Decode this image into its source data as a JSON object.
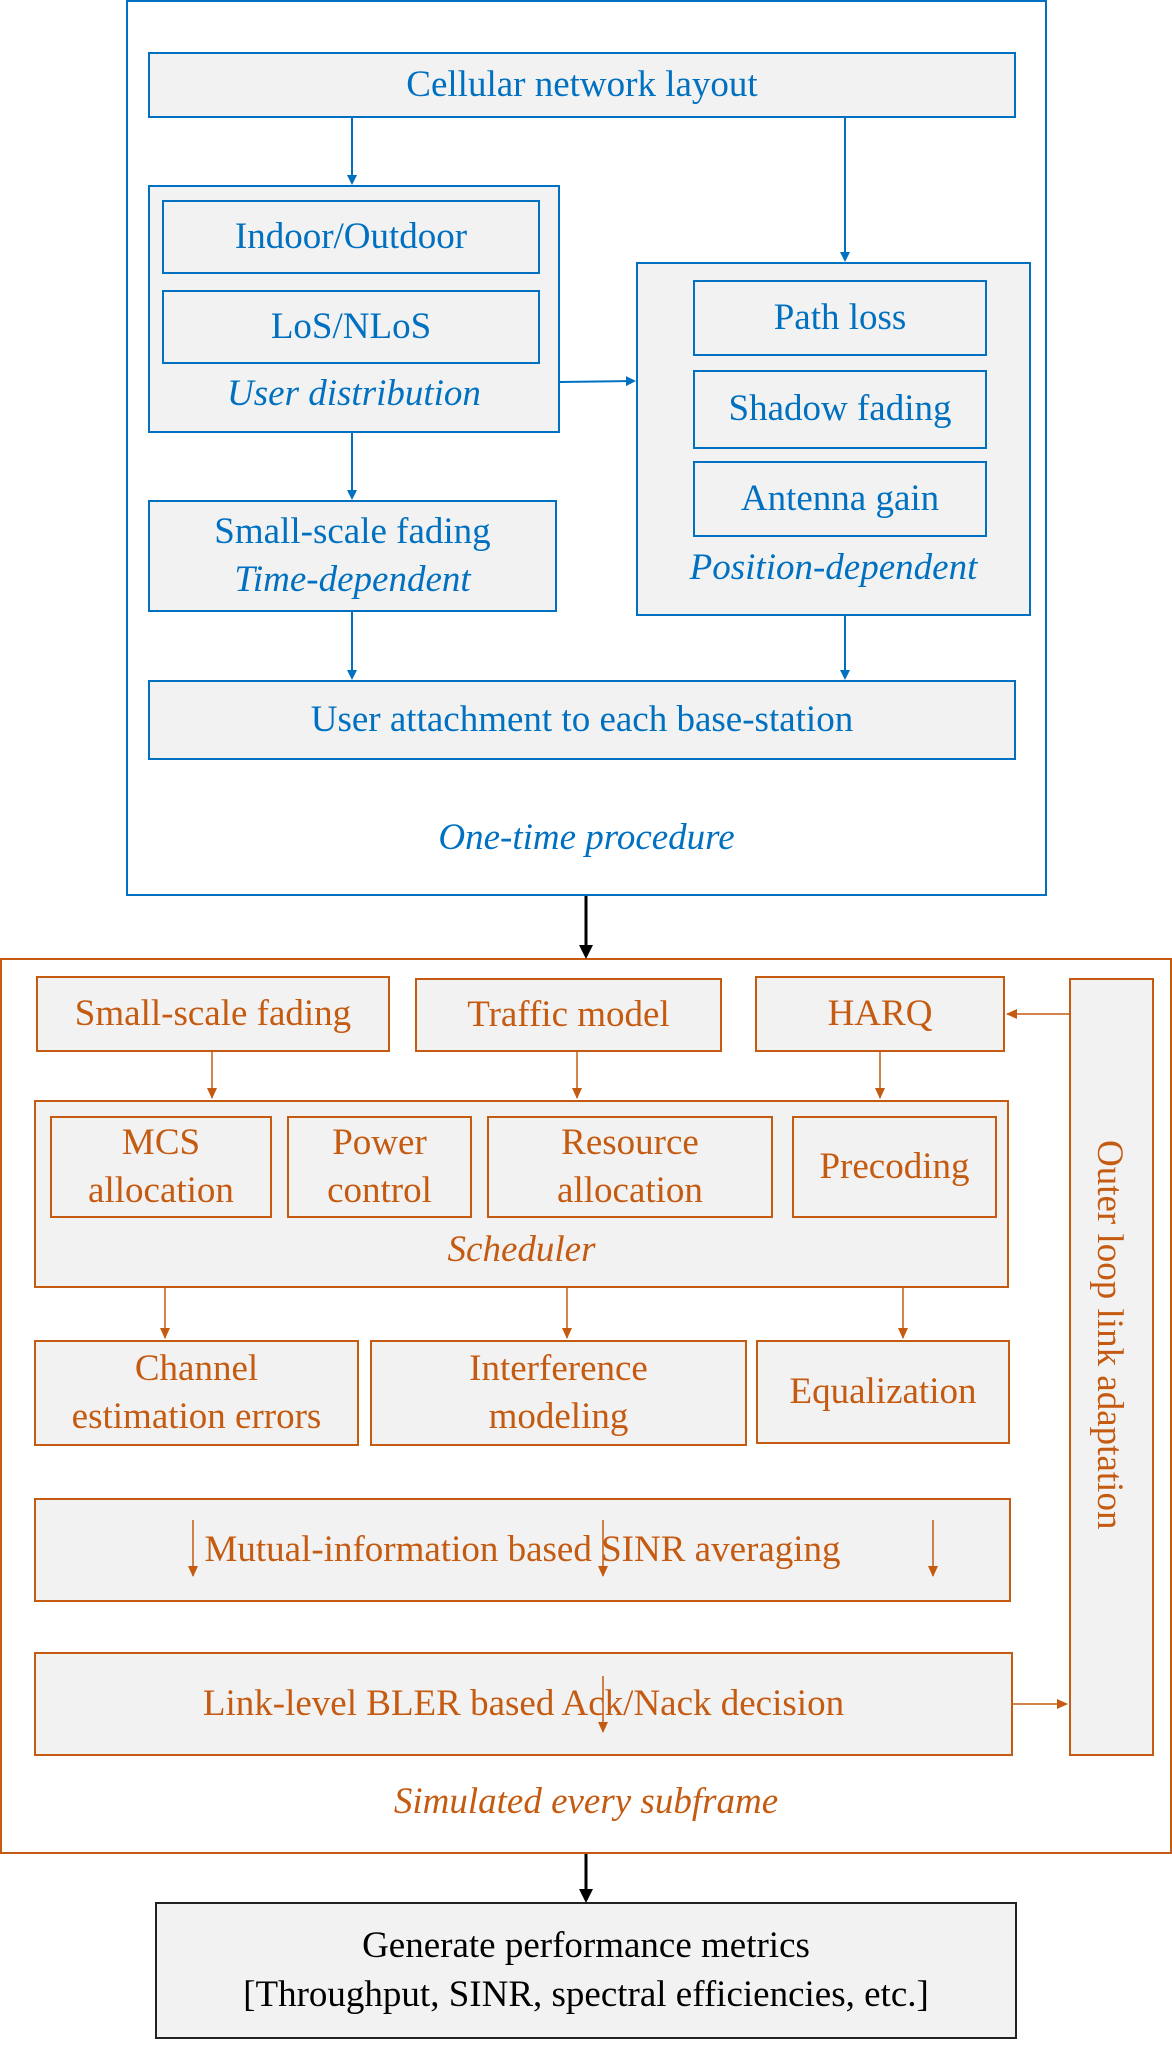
{
  "one_time": {
    "caption": "One-time procedure",
    "cellular_layout": "Cellular network layout",
    "user_distribution": {
      "indoor_outdoor": "Indoor/Outdoor",
      "los_nlos": "LoS/NLoS",
      "caption": "User distribution"
    },
    "small_scale": {
      "title": "Small-scale fading",
      "subtitle": "Time-dependent"
    },
    "position_dependent": {
      "path_loss": "Path loss",
      "shadow_fading": "Shadow fading",
      "antenna_gain": "Antenna gain",
      "caption": "Position-dependent"
    },
    "user_attachment": "User attachment to each base-station"
  },
  "every_subframe": {
    "caption": "Simulated every subframe",
    "small_scale_fading": "Small-scale fading",
    "traffic_model": "Traffic model",
    "harq": "HARQ",
    "scheduler": {
      "caption": "Scheduler",
      "mcs_line1": "MCS",
      "mcs_line2": "allocation",
      "power_line1": "Power",
      "power_line2": "control",
      "resource_line1": "Resource",
      "resource_line2": "allocation",
      "precoding": "Precoding"
    },
    "channel_line1": "Channel",
    "channel_line2": "estimation errors",
    "interference_line1": "Interference",
    "interference_line2": "modeling",
    "equalization": "Equalization",
    "mutual_info": "Mutual-information based SINR averaging",
    "bler": "Link-level BLER based Ack/Nack decision",
    "outer_loop": "Outer loop link adaptation"
  },
  "output": {
    "line1": "Generate performance metrics",
    "line2": "[Throughput, SINR, spectral efficiencies, etc.]"
  },
  "colors": {
    "blue": "#0070c0",
    "orange": "#c55a11",
    "box_fill": "#f2f2f2",
    "black": "#000000"
  }
}
